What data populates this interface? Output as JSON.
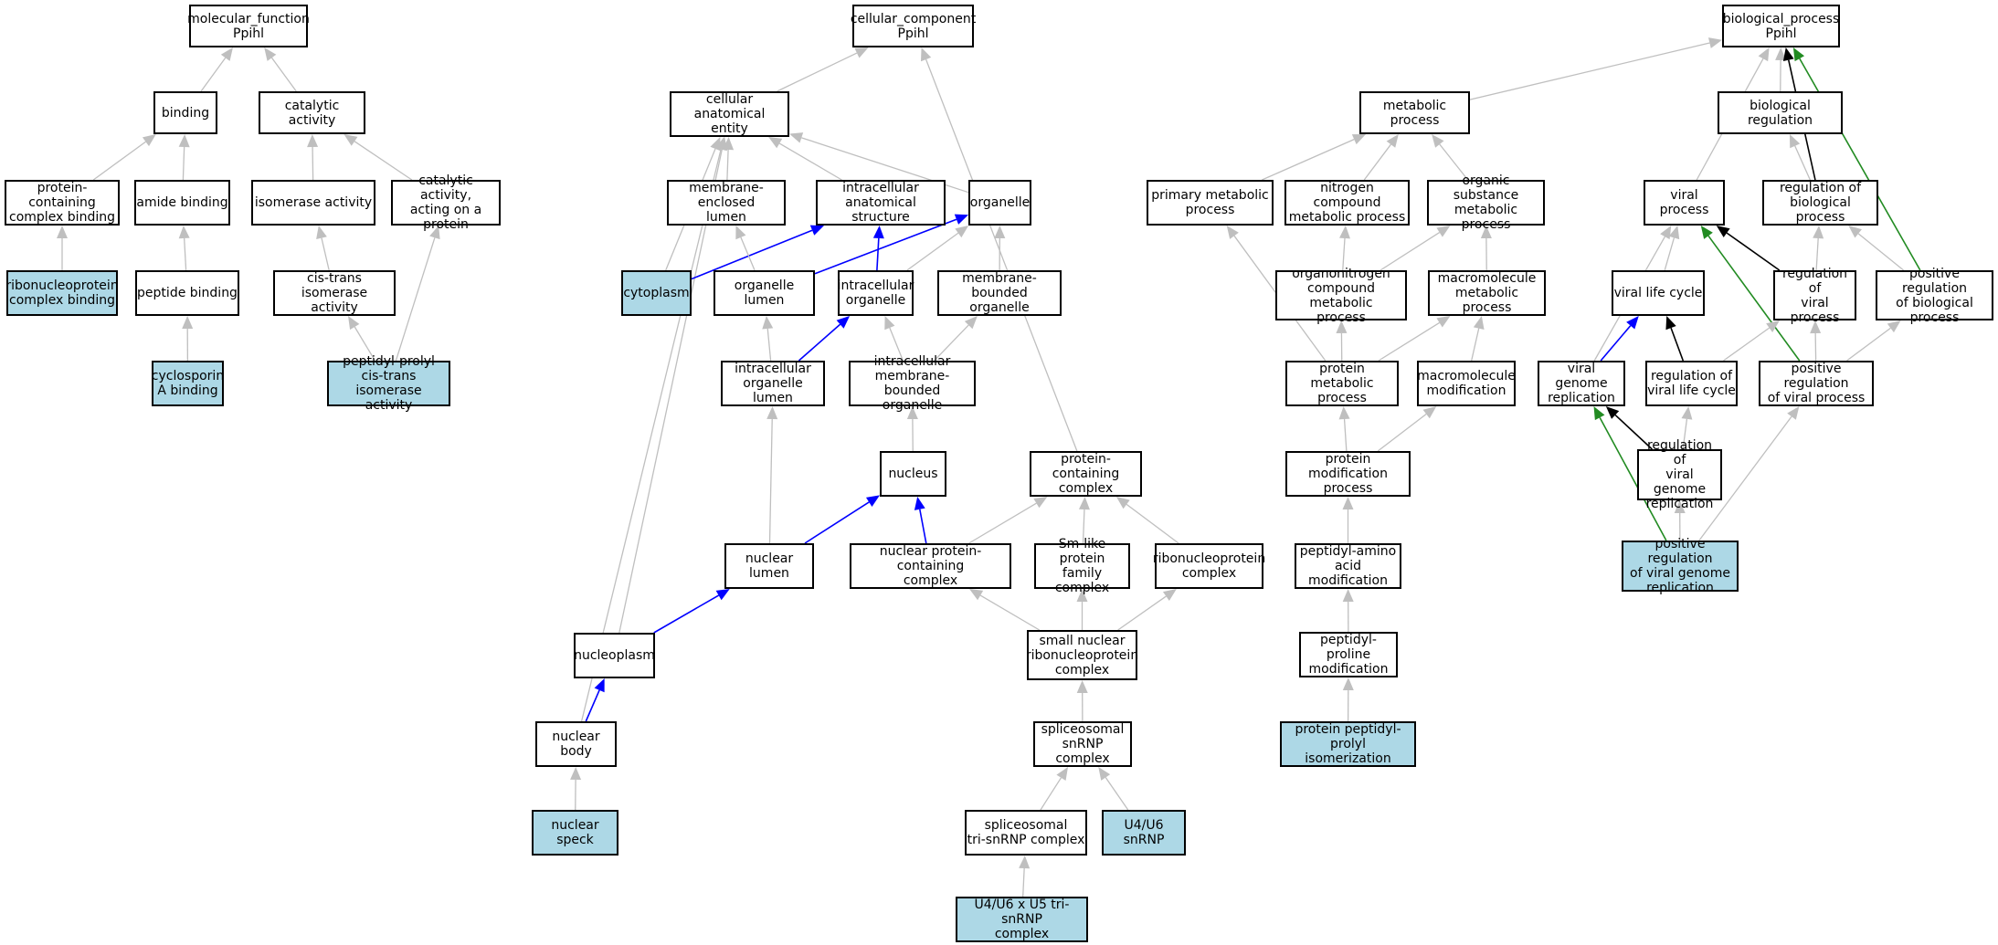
{
  "colors": {
    "default_edge": "#bfbfbf",
    "is_a": "#bfbfbf",
    "part_of": "#0000ff",
    "regulates": "#000000",
    "positively_regulates": "#228b22",
    "leaf_fill": "#add8e6",
    "node_fill": "#ffffff"
  },
  "nodes": [
    {
      "id": "mf",
      "label": "molecular_function\nPpihl"
    },
    {
      "id": "binding",
      "label": "binding"
    },
    {
      "id": "catact",
      "label": "catalytic activity"
    },
    {
      "id": "pcbind",
      "label": "protein-containing\ncomplex binding"
    },
    {
      "id": "amide",
      "label": "amide binding"
    },
    {
      "id": "isomerase",
      "label": "isomerase activity"
    },
    {
      "id": "catprot",
      "label": "catalytic activity,\nacting on a\nprotein"
    },
    {
      "id": "rnpbind",
      "label": "ribonucleoprotein\ncomplex binding",
      "leaf": true
    },
    {
      "id": "peptbind",
      "label": "peptide binding"
    },
    {
      "id": "cistrans",
      "label": "cis-trans isomerase\nactivity"
    },
    {
      "id": "cycA",
      "label": "cyclosporin\nA binding",
      "leaf": true
    },
    {
      "id": "ppiase",
      "label": "peptidyl-prolyl\ncis-trans isomerase\nactivity",
      "leaf": true
    },
    {
      "id": "cc",
      "label": "cellular_component\nPpihl"
    },
    {
      "id": "cae",
      "label": "cellular anatomical\nentity"
    },
    {
      "id": "mel",
      "label": "membrane-enclosed\nlumen"
    },
    {
      "id": "ias",
      "label": "intracellular\nanatomical structure"
    },
    {
      "id": "organelle",
      "label": "organelle"
    },
    {
      "id": "cytoplasm",
      "label": "cytoplasm",
      "leaf": true
    },
    {
      "id": "orglumen",
      "label": "organelle lumen"
    },
    {
      "id": "intorg",
      "label": "intracellular\norganelle"
    },
    {
      "id": "mbo",
      "label": "membrane-bounded\norganelle"
    },
    {
      "id": "iol",
      "label": "intracellular\norganelle lumen"
    },
    {
      "id": "imbo",
      "label": "intracellular\nmembrane-bounded\norganelle"
    },
    {
      "id": "nucleus",
      "label": "nucleus"
    },
    {
      "id": "pcc",
      "label": "protein-containing\ncomplex"
    },
    {
      "id": "nlumen",
      "label": "nuclear lumen"
    },
    {
      "id": "npcc",
      "label": "nuclear protein-containing\ncomplex"
    },
    {
      "id": "smlike",
      "label": "Sm-like protein\nfamily complex"
    },
    {
      "id": "rnpc",
      "label": "ribonucleoprotein\ncomplex"
    },
    {
      "id": "nucleoplasm",
      "label": "nucleoplasm"
    },
    {
      "id": "snrnp",
      "label": "small nuclear\nribonucleoprotein\ncomplex"
    },
    {
      "id": "nbody",
      "label": "nuclear body"
    },
    {
      "id": "splsnrnp",
      "label": "spliceosomal\nsnRNP complex"
    },
    {
      "id": "nspeck",
      "label": "nuclear speck",
      "leaf": true
    },
    {
      "id": "tri",
      "label": "spliceosomal\ntri-snRNP complex"
    },
    {
      "id": "u4u6",
      "label": "U4/U6 snRNP",
      "leaf": true
    },
    {
      "id": "u4u6u5",
      "label": "U4/U6 x U5 tri-snRNP\ncomplex",
      "leaf": true
    },
    {
      "id": "metab",
      "label": "metabolic process"
    },
    {
      "id": "primary",
      "label": "primary metabolic\nprocess"
    },
    {
      "id": "nitrogen",
      "label": "nitrogen compound\nmetabolic process"
    },
    {
      "id": "orgsub",
      "label": "organic substance\nmetabolic process"
    },
    {
      "id": "organonit",
      "label": "organonitrogen\ncompound metabolic\nprocess"
    },
    {
      "id": "macro",
      "label": "macromolecule\nmetabolic process"
    },
    {
      "id": "protmet",
      "label": "protein metabolic\nprocess"
    },
    {
      "id": "macromod",
      "label": "macromolecule\nmodification"
    },
    {
      "id": "protmod",
      "label": "protein modification\nprocess"
    },
    {
      "id": "paam",
      "label": "peptidyl-amino\nacid modification"
    },
    {
      "id": "ppm",
      "label": "peptidyl-proline\nmodification"
    },
    {
      "id": "ppi",
      "label": "protein peptidyl-prolyl\nisomerization",
      "leaf": true
    },
    {
      "id": "bp",
      "label": "biological_process\nPpihl"
    },
    {
      "id": "bioreg",
      "label": "biological regulation"
    },
    {
      "id": "viral",
      "label": "viral process"
    },
    {
      "id": "regbp",
      "label": "regulation of\nbiological process"
    },
    {
      "id": "vlc",
      "label": "viral life cycle"
    },
    {
      "id": "regvp",
      "label": "regulation of\nviral process"
    },
    {
      "id": "posregbp",
      "label": "positive regulation\nof biological\nprocess"
    },
    {
      "id": "vgr",
      "label": "viral genome\nreplication"
    },
    {
      "id": "regvlc",
      "label": "regulation of\nviral life cycle"
    },
    {
      "id": "posregvp",
      "label": "positive regulation\nof viral process"
    },
    {
      "id": "regvgr",
      "label": "regulation of\nviral genome\nreplication"
    },
    {
      "id": "posregvgr",
      "label": "positive regulation\nof viral genome\nreplication",
      "leaf": true
    }
  ],
  "edges": [
    {
      "from": "binding",
      "to": "mf",
      "type": "is_a"
    },
    {
      "from": "catact",
      "to": "mf",
      "type": "is_a"
    },
    {
      "from": "pcbind",
      "to": "binding",
      "type": "is_a"
    },
    {
      "from": "amide",
      "to": "binding",
      "type": "is_a"
    },
    {
      "from": "isomerase",
      "to": "catact",
      "type": "is_a"
    },
    {
      "from": "catprot",
      "to": "catact",
      "type": "is_a"
    },
    {
      "from": "rnpbind",
      "to": "pcbind",
      "type": "is_a"
    },
    {
      "from": "peptbind",
      "to": "amide",
      "type": "is_a"
    },
    {
      "from": "cistrans",
      "to": "isomerase",
      "type": "is_a"
    },
    {
      "from": "cycA",
      "to": "peptbind",
      "type": "is_a"
    },
    {
      "from": "ppiase",
      "to": "cistrans",
      "type": "is_a"
    },
    {
      "from": "ppiase",
      "to": "catprot",
      "type": "is_a"
    },
    {
      "from": "cae",
      "to": "cc",
      "type": "is_a"
    },
    {
      "from": "pcc",
      "to": "cc",
      "type": "is_a"
    },
    {
      "from": "mel",
      "to": "cae",
      "type": "is_a"
    },
    {
      "from": "ias",
      "to": "cae",
      "type": "is_a"
    },
    {
      "from": "organelle",
      "to": "cae",
      "type": "is_a"
    },
    {
      "from": "cytoplasm",
      "to": "cae",
      "type": "is_a"
    },
    {
      "from": "nucleoplasm",
      "to": "cae",
      "type": "is_a"
    },
    {
      "from": "nbody",
      "to": "cae",
      "type": "is_a"
    },
    {
      "from": "cytoplasm",
      "to": "ias",
      "type": "part_of"
    },
    {
      "from": "orglumen",
      "to": "mel",
      "type": "is_a"
    },
    {
      "from": "orglumen",
      "to": "organelle",
      "type": "part_of"
    },
    {
      "from": "intorg",
      "to": "ias",
      "type": "part_of"
    },
    {
      "from": "intorg",
      "to": "organelle",
      "type": "is_a"
    },
    {
      "from": "mbo",
      "to": "organelle",
      "type": "is_a"
    },
    {
      "from": "iol",
      "to": "orglumen",
      "type": "is_a"
    },
    {
      "from": "iol",
      "to": "intorg",
      "type": "part_of"
    },
    {
      "from": "imbo",
      "to": "intorg",
      "type": "is_a"
    },
    {
      "from": "imbo",
      "to": "mbo",
      "type": "is_a"
    },
    {
      "from": "nucleus",
      "to": "imbo",
      "type": "is_a"
    },
    {
      "from": "nlumen",
      "to": "iol",
      "type": "is_a"
    },
    {
      "from": "nlumen",
      "to": "nucleus",
      "type": "part_of"
    },
    {
      "from": "npcc",
      "to": "nucleus",
      "type": "part_of"
    },
    {
      "from": "npcc",
      "to": "pcc",
      "type": "is_a"
    },
    {
      "from": "smlike",
      "to": "pcc",
      "type": "is_a"
    },
    {
      "from": "rnpc",
      "to": "pcc",
      "type": "is_a"
    },
    {
      "from": "nucleoplasm",
      "to": "nlumen",
      "type": "part_of"
    },
    {
      "from": "snrnp",
      "to": "npcc",
      "type": "is_a"
    },
    {
      "from": "snrnp",
      "to": "smlike",
      "type": "is_a"
    },
    {
      "from": "snrnp",
      "to": "rnpc",
      "type": "is_a"
    },
    {
      "from": "nbody",
      "to": "nucleoplasm",
      "type": "part_of"
    },
    {
      "from": "splsnrnp",
      "to": "snrnp",
      "type": "is_a"
    },
    {
      "from": "nspeck",
      "to": "nbody",
      "type": "is_a"
    },
    {
      "from": "tri",
      "to": "splsnrnp",
      "type": "is_a"
    },
    {
      "from": "u4u6",
      "to": "splsnrnp",
      "type": "is_a"
    },
    {
      "from": "u4u6u5",
      "to": "tri",
      "type": "is_a"
    },
    {
      "from": "metab",
      "to": "bp",
      "type": "is_a"
    },
    {
      "from": "primary",
      "to": "metab",
      "type": "is_a"
    },
    {
      "from": "nitrogen",
      "to": "metab",
      "type": "is_a"
    },
    {
      "from": "orgsub",
      "to": "metab",
      "type": "is_a"
    },
    {
      "from": "organonit",
      "to": "nitrogen",
      "type": "is_a"
    },
    {
      "from": "organonit",
      "to": "orgsub",
      "type": "is_a"
    },
    {
      "from": "macro",
      "to": "orgsub",
      "type": "is_a"
    },
    {
      "from": "protmet",
      "to": "primary",
      "type": "is_a"
    },
    {
      "from": "protmet",
      "to": "organonit",
      "type": "is_a"
    },
    {
      "from": "protmet",
      "to": "macro",
      "type": "is_a"
    },
    {
      "from": "macromod",
      "to": "macro",
      "type": "is_a"
    },
    {
      "from": "protmod",
      "to": "protmet",
      "type": "is_a"
    },
    {
      "from": "protmod",
      "to": "macromod",
      "type": "is_a"
    },
    {
      "from": "paam",
      "to": "protmod",
      "type": "is_a"
    },
    {
      "from": "ppm",
      "to": "paam",
      "type": "is_a"
    },
    {
      "from": "ppi",
      "to": "ppm",
      "type": "is_a"
    },
    {
      "from": "viral",
      "to": "bp",
      "type": "is_a"
    },
    {
      "from": "bioreg",
      "to": "bp",
      "type": "is_a"
    },
    {
      "from": "regbp",
      "to": "bioreg",
      "type": "is_a"
    },
    {
      "from": "regbp",
      "to": "bp",
      "type": "regulates"
    },
    {
      "from": "posregbp",
      "to": "bp",
      "type": "positively_regulates"
    },
    {
      "from": "posregbp",
      "to": "regbp",
      "type": "is_a"
    },
    {
      "from": "vlc",
      "to": "viral",
      "type": "is_a"
    },
    {
      "from": "vgr",
      "to": "viral",
      "type": "is_a"
    },
    {
      "from": "regvp",
      "to": "viral",
      "type": "regulates"
    },
    {
      "from": "regvp",
      "to": "regbp",
      "type": "is_a"
    },
    {
      "from": "posregvp",
      "to": "viral",
      "type": "positively_regulates"
    },
    {
      "from": "posregvp",
      "to": "regvp",
      "type": "is_a"
    },
    {
      "from": "posregvp",
      "to": "posregbp",
      "type": "is_a"
    },
    {
      "from": "vgr",
      "to": "vlc",
      "type": "part_of"
    },
    {
      "from": "regvlc",
      "to": "vlc",
      "type": "regulates"
    },
    {
      "from": "regvlc",
      "to": "regvp",
      "type": "is_a"
    },
    {
      "from": "regvgr",
      "to": "vgr",
      "type": "regulates"
    },
    {
      "from": "regvgr",
      "to": "regvlc",
      "type": "is_a"
    },
    {
      "from": "posregvgr",
      "to": "vgr",
      "type": "positively_regulates"
    },
    {
      "from": "posregvgr",
      "to": "regvgr",
      "type": "is_a"
    },
    {
      "from": "posregvgr",
      "to": "posregvp",
      "type": "is_a"
    }
  ]
}
